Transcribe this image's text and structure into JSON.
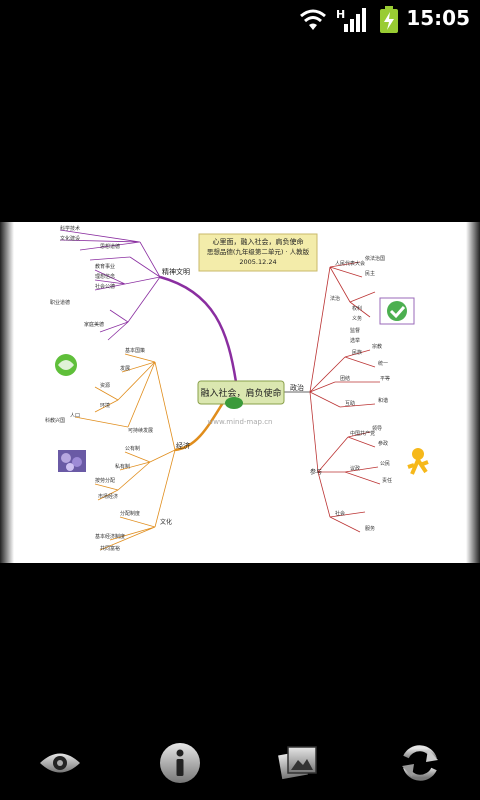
{
  "status_bar": {
    "time": "15:05",
    "network_label": "H",
    "icons": [
      "wifi-icon",
      "signal-icon",
      "battery-charging-icon"
    ]
  },
  "mindmap": {
    "title_lines": [
      "心里面，融入社会，肩负使命",
      "思想品德(九年级第二单元) · 人教版",
      "2005.12.24"
    ],
    "central_topic": "融入社会，肩负使命",
    "watermark": "www.mind-map.cn",
    "branches": {
      "top": "精神文明",
      "right": "政治",
      "left": "经济",
      "right_lower": "参与",
      "left_lower": "文化"
    },
    "labels_left_top": [
      "科学技术",
      "文化建设",
      "思想道德",
      "教育事业",
      "理想信念",
      "社会公德",
      "职业道德",
      "家庭美德"
    ],
    "labels_left_mid": [
      "基本国策",
      "发展",
      "资源",
      "环境",
      "人口",
      "科教兴国",
      "可持续发展"
    ],
    "labels_left_low": [
      "公有制",
      "私有制",
      "按劳分配",
      "市场经济",
      "分配制度",
      "基本经济制度",
      "共同富裕"
    ],
    "labels_right_top": [
      "人民代表大会",
      "依法治国",
      "民主",
      "法治",
      "权利",
      "义务",
      "监督",
      "选举"
    ],
    "labels_right_mid": [
      "民族",
      "宗教",
      "统一",
      "团结",
      "平等",
      "互助",
      "和谐"
    ],
    "labels_right_low": [
      "中国共产党",
      "领导",
      "参政",
      "议政",
      "公民",
      "责任",
      "社会",
      "服务"
    ]
  },
  "toolbar": {
    "buttons": [
      {
        "name": "view-button",
        "icon": "eye-icon"
      },
      {
        "name": "info-button",
        "icon": "info-icon"
      },
      {
        "name": "gallery-button",
        "icon": "gallery-icon"
      },
      {
        "name": "refresh-button",
        "icon": "refresh-icon"
      }
    ]
  }
}
